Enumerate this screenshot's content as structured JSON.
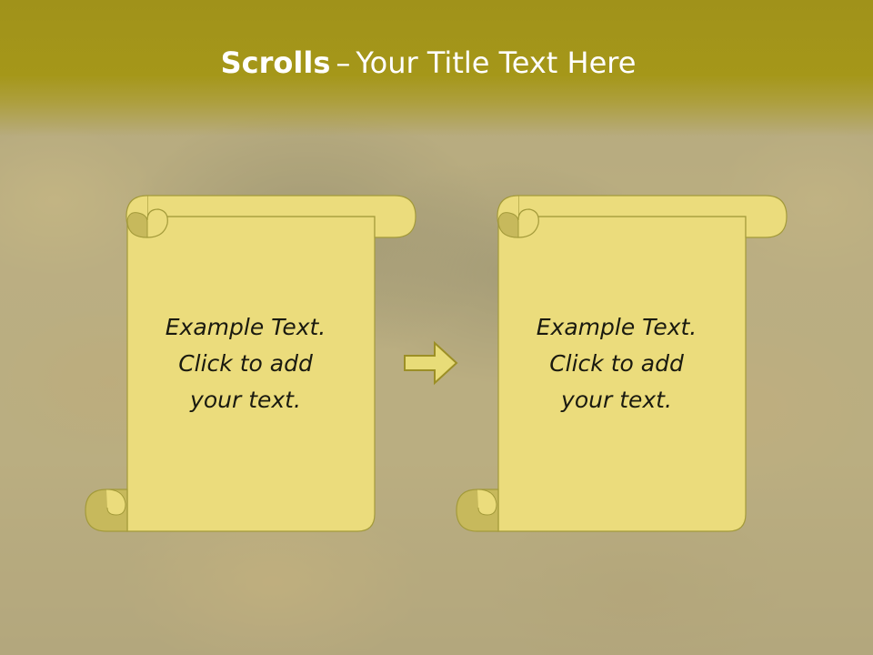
{
  "slide": {
    "title_bold": "Scrolls",
    "title_dash": "–",
    "title_rest": "Your Title Text Here"
  },
  "scrolls": [
    {
      "text": "Example  Text.\nClick  to add\nyour text."
    },
    {
      "text": "Example  Text.\nClick  to add\nyour text."
    }
  ],
  "arrow": {
    "icon": "right-arrow-icon"
  },
  "colors": {
    "title_band": "#a59719",
    "scroll_fill": "#ebdc7c",
    "scroll_curl": "#c7b95c",
    "scroll_stroke": "#a39a3a",
    "arrow_fill": "#e8dc78",
    "arrow_stroke": "#9c8f26"
  }
}
